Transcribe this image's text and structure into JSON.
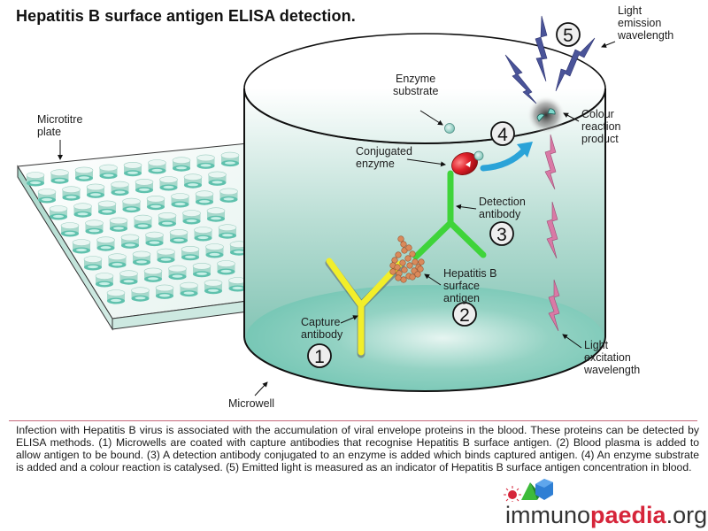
{
  "title": "Hepatitis B surface antigen ELISA detection.",
  "labels": {
    "microtitre_plate": [
      "Microtitre",
      "plate"
    ],
    "enzyme_substrate": [
      "Enzyme",
      "substrate"
    ],
    "conjugated_enzyme": [
      "Conjugated",
      "enzyme"
    ],
    "colour_reaction_product": [
      "Colour",
      "reaction",
      "product"
    ],
    "light_emission": [
      "Light",
      "emission",
      "wavelength"
    ],
    "detection_antibody": [
      "Detection",
      "antibody"
    ],
    "hbsag": [
      "Hepatitis B",
      "surface",
      "antigen"
    ],
    "capture_antibody": [
      "Capture",
      "antibody"
    ],
    "light_excitation": [
      "Light",
      "excitation",
      "wavelength"
    ],
    "microwell": "Microwell"
  },
  "steps": [
    "1",
    "2",
    "3",
    "4",
    "5"
  ],
  "caption": "Infection with Hepatitis B virus is associated with the accumulation of viral envelope proteins in the blood. These  proteins can be detected by ELISA methods. (1) Microwells are coated with capture antibodies that recognise Hepatitis B surface antigen. (2) Blood plasma is added to allow antigen to be bound. (3) A detection antibody conjugated to an enzyme is  added which binds captured antigen. (4) An enzyme substrate is added and a colour reaction is catalysed. (5) Emitted light is measured as an indicator of Hepatitis B surface antigen concentration in blood.",
  "logo": {
    "part1": "immuno",
    "part2": "paedia",
    "part3": ".org"
  },
  "colors": {
    "well_fill": "#7fcbbb",
    "capture_antibody": "#f2ee2a",
    "detection_antibody": "#3fd43a",
    "enzyme": "#e0212a",
    "antigen": "#d98a5b",
    "emission": "#4a5499",
    "excitation": "#d97aa6",
    "arrow": "#2aa3d8",
    "divider": "#c56a7c"
  }
}
